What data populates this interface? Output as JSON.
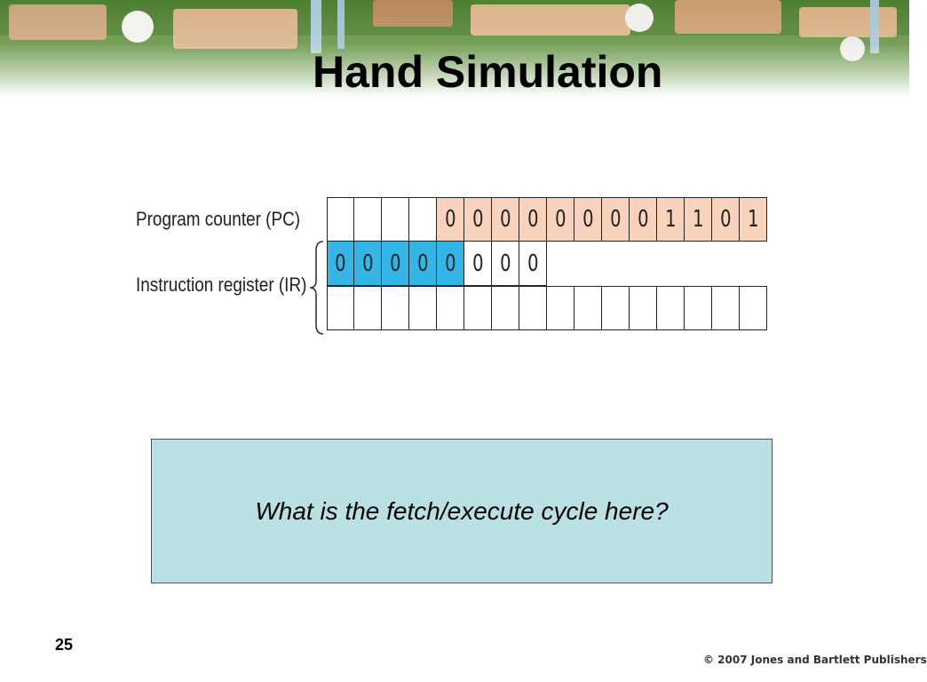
{
  "slide": {
    "title": "Hand Simulation",
    "page_number": "25",
    "copyright": "© 2007 Jones and Bartlett Publishers"
  },
  "diagram": {
    "pc_label": "Program counter (PC)",
    "ir_label": "Instruction register (IR)",
    "pc_bits": [
      "",
      "",
      "",
      "",
      "0",
      "0",
      "0",
      "0",
      "0",
      "0",
      "0",
      "0",
      "1",
      "1",
      "0",
      "1"
    ],
    "ir_top_bits": [
      "0",
      "0",
      "0",
      "0",
      "0",
      "0",
      "0",
      "0",
      "",
      "",
      "",
      "",
      "",
      "",
      "",
      ""
    ],
    "ir_bottom_bits": [
      "",
      "",
      "",
      "",
      "",
      "",
      "",
      "",
      "",
      "",
      "",
      "",
      "",
      "",
      "",
      ""
    ],
    "colors": {
      "pc_fill": "#f9d3bb",
      "ir_opcode_fill": "#33b6e6",
      "question_box_fill": "#b9e0e3"
    }
  },
  "question": {
    "text": "What is the fetch/execute cycle here?"
  }
}
